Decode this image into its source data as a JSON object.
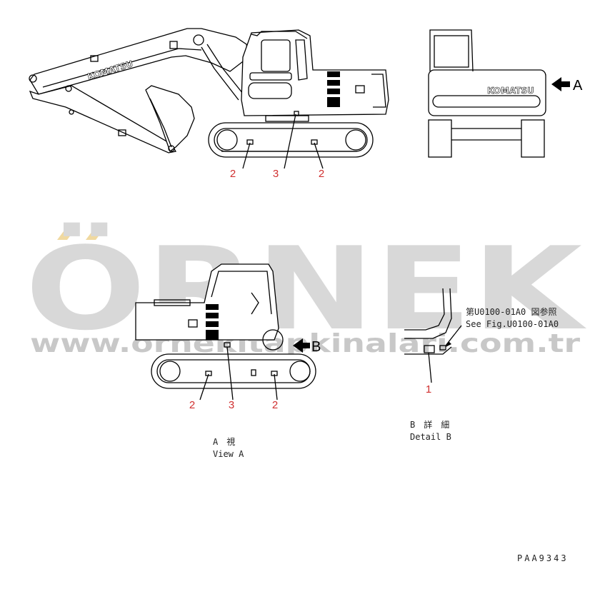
{
  "watermark": {
    "big": "ÖRNEK",
    "url": "www.ornekitapkinalari.com.tr",
    "big_color": "#d8d8d8",
    "url_color": "#c8c8c8",
    "accent_color": "#f0d9a0"
  },
  "brand": "KOMATSU",
  "callouts": {
    "top_left": "2",
    "top_mid": "3",
    "top_right": "2",
    "mid_left": "2",
    "mid_mid": "3",
    "mid_right": "2",
    "detail": "1"
  },
  "view_markers": {
    "a": "A",
    "b": "B"
  },
  "captions": {
    "view_a_jp": "A　視",
    "view_a_en": "View A",
    "detail_b_jp": "B　詳　細",
    "detail_b_en": "Detail B",
    "ref_jp": "第U0100-01A0 図参照",
    "ref_en": "See Fig.U0100-01A0",
    "drawing_no": "PAA9343"
  },
  "label_color": "#d03030"
}
